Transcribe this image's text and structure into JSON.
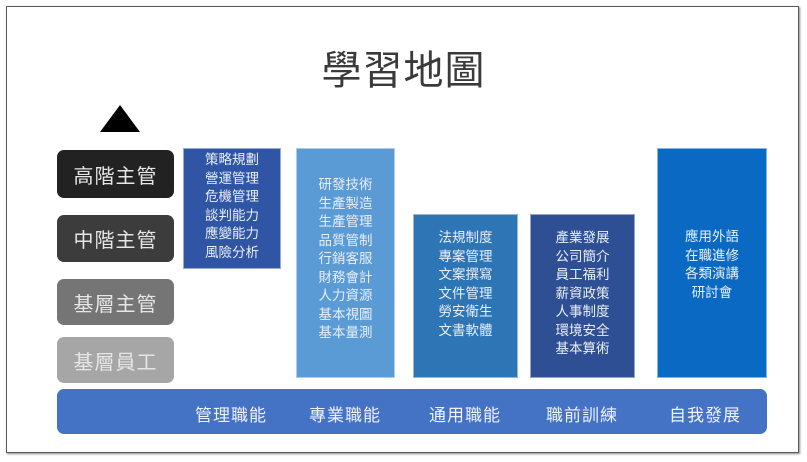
{
  "title": "學習地圖",
  "levels": [
    {
      "label": "高階主管",
      "color": "#222222"
    },
    {
      "label": "中階主管",
      "color": "#3c3c3c"
    },
    {
      "label": "基層主管",
      "color": "#757575"
    },
    {
      "label": "基層員工",
      "color": "#a6a6a6"
    }
  ],
  "columns": [
    {
      "category": "管理職能",
      "color": "#2f55a4",
      "items": [
        "策略規劃",
        "營運管理",
        "危機管理",
        "談判能力",
        "應變能力",
        "風險分析"
      ]
    },
    {
      "category": "專業職能",
      "color": "#5b9bd5",
      "items": [
        "研發技術",
        "生產製造",
        "生產管理",
        "品質管制",
        "行銷客服",
        "財務會計",
        "人力資源",
        "基本視圖",
        "基本量測"
      ]
    },
    {
      "category": "通用職能",
      "color": "#2e75b6",
      "items": [
        "法規制度",
        "專案管理",
        "文案撰寫",
        "文件管理",
        "勞安衛生",
        "文書軟體"
      ]
    },
    {
      "category": "職前訓練",
      "color": "#2f4f94",
      "items": [
        "產業發展",
        "公司簡介",
        "員工福利",
        "薪資政策",
        "人事制度",
        "環境安全",
        "基本算術"
      ]
    },
    {
      "category": "自我發展",
      "color": "#0a6ac3",
      "items": [
        "應用外語",
        "在職進修",
        "各類演講",
        "研討會"
      ]
    }
  ],
  "bar_color": "#4472c4"
}
